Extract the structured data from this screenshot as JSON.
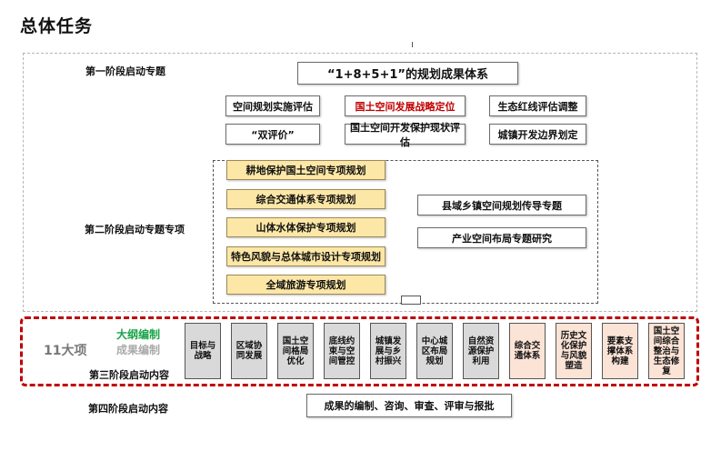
{
  "title": "总体任务",
  "phase1": {
    "label": "第一阶段启动专题",
    "system": "“1+8+5+1”的规划成果体系",
    "items": [
      "空间规划实施评估",
      "国土空间发展战略定位",
      "生态红线评估调整",
      "“双评价”",
      "国土空间开发保护现状评估",
      "城镇开发边界划定"
    ]
  },
  "phase2": {
    "label": "第二阶段启动专题专项",
    "special": [
      "耕地保护国土空间专项规划",
      "综合交通体系专项规划",
      "山体水体保护专项规划",
      "特色风貌与总体城市设计专项规划",
      "全域旅游专项规划"
    ],
    "topics": [
      "县域乡镇空间规划传导专题",
      "产业空间布局专题研究"
    ]
  },
  "phase3": {
    "outline_label": "大纲编制",
    "results_label": "成果编制",
    "count_label": "11大项",
    "label": "第三阶段启动内容",
    "items": [
      {
        "text": "目标与战略",
        "color": "grey"
      },
      {
        "text": "区域协同发展",
        "color": "grey"
      },
      {
        "text": "国土空间格局优化",
        "color": "grey"
      },
      {
        "text": "底线约束与空间管控",
        "color": "grey"
      },
      {
        "text": "城镇发展与乡村振兴",
        "color": "grey"
      },
      {
        "text": "中心城区布局规划",
        "color": "grey"
      },
      {
        "text": "自然资源保护利用",
        "color": "grey"
      },
      {
        "text": "综合交通体系",
        "color": "pink"
      },
      {
        "text": "历史文化保护与风貌塑造",
        "color": "pink"
      },
      {
        "text": "要素支撑体系构建",
        "color": "pink"
      },
      {
        "text": "国土空间综合整治与生态修复",
        "color": "pink"
      }
    ]
  },
  "phase4": {
    "label": "第四阶段启动内容",
    "content": "成果的编制、咨询、审查、评审与报批"
  }
}
